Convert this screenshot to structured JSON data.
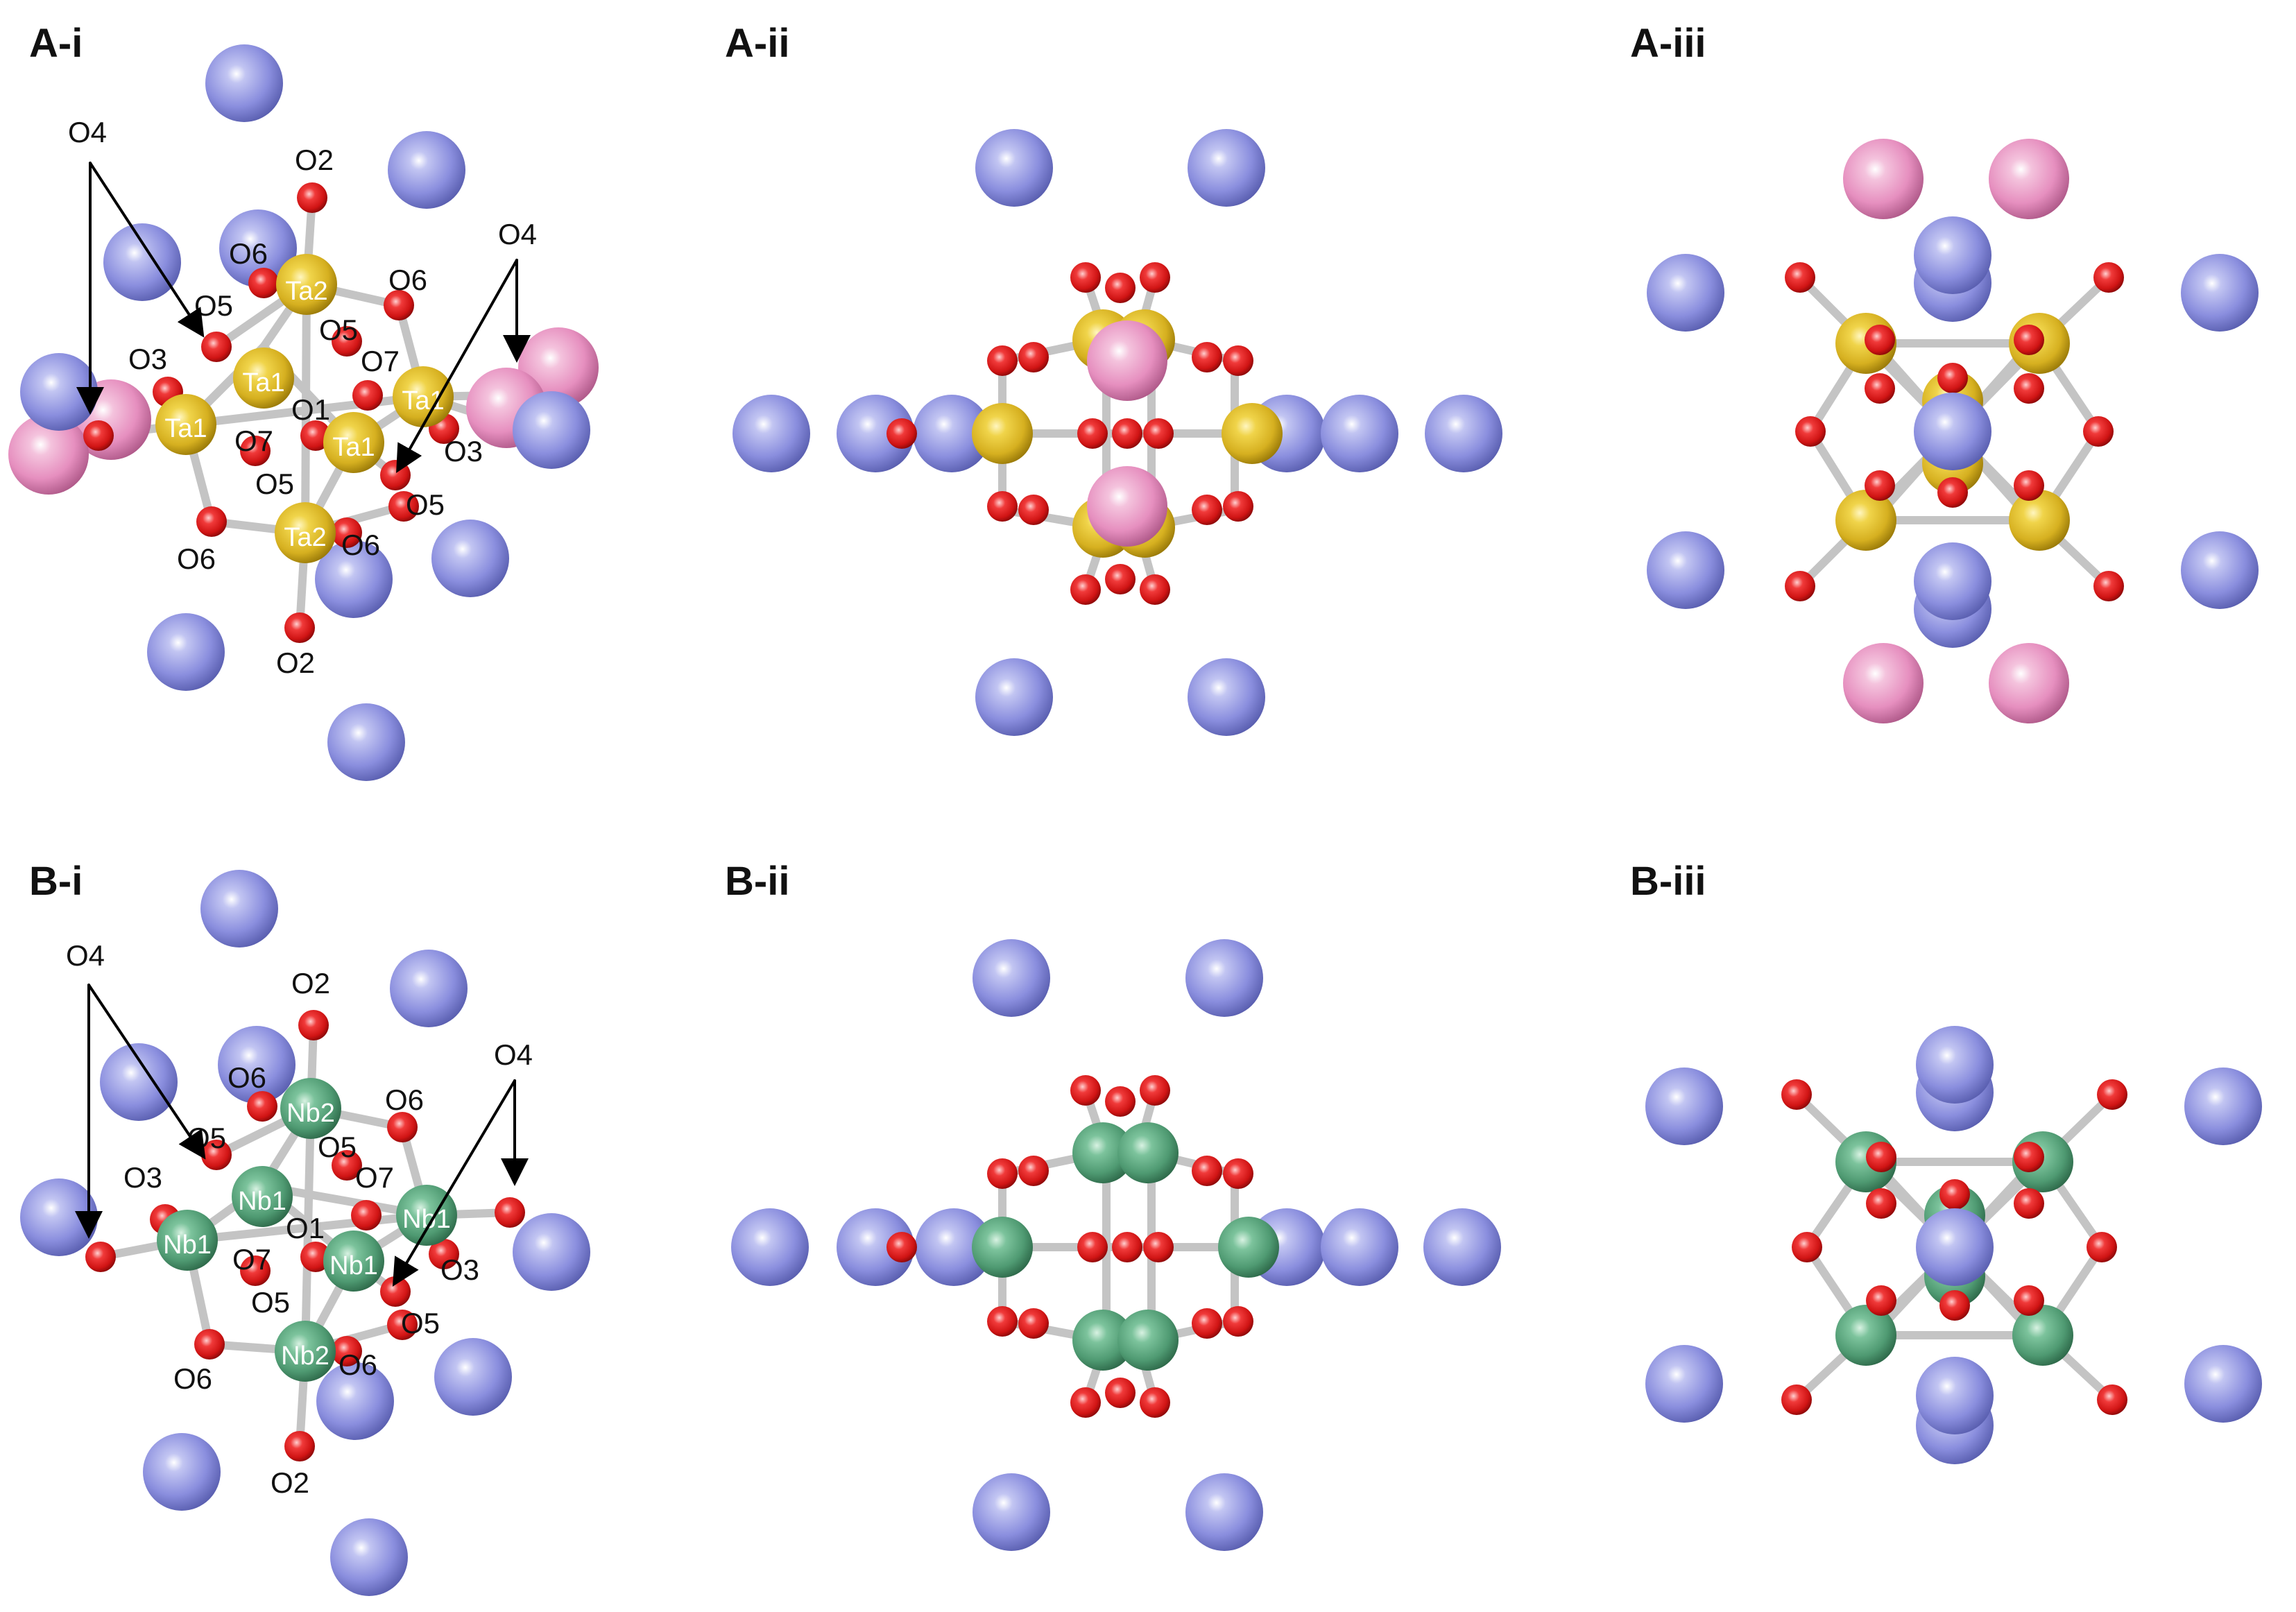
{
  "panels": [
    {
      "id": "A-i",
      "label": "A-i"
    },
    {
      "id": "A-ii",
      "label": "A-ii"
    },
    {
      "id": "A-iii",
      "label": "A-iii"
    },
    {
      "id": "B-i",
      "label": "B-i"
    },
    {
      "id": "B-ii",
      "label": "B-ii"
    },
    {
      "id": "B-iii",
      "label": "B-iii"
    }
  ],
  "a_i": {
    "o4_a": "O4",
    "o4_b": "O4",
    "o2_top": "O2",
    "o2_bottom": "O2",
    "o6_a": "O6",
    "o6_b": "O6",
    "o6_c": "O6",
    "o6_d": "O6",
    "o5_a": "O5",
    "o5_b": "O5",
    "o5_c": "O5",
    "o5_d": "O5",
    "o3_a": "O3",
    "o3_b": "O3",
    "o7_a": "O7",
    "o7_b": "O7",
    "o1": "O1",
    "m2_top": "Ta2",
    "m2_bottom": "Ta2",
    "m1_a": "Ta1",
    "m1_b": "Ta1",
    "m1_c": "Ta1",
    "m1_d": "Ta1"
  },
  "b_i": {
    "o4_a": "O4",
    "o4_b": "O4",
    "o2_top": "O2",
    "o2_bottom": "O2",
    "o6_a": "O6",
    "o6_b": "O6",
    "o6_c": "O6",
    "o6_d": "O6",
    "o5_a": "O5",
    "o5_b": "O5",
    "o5_c": "O5",
    "o5_d": "O5",
    "o3_a": "O3",
    "o3_b": "O3",
    "o7_a": "O7",
    "o7_b": "O7",
    "o1": "O1",
    "m2_top": "Nb2",
    "m2_bottom": "Nb2",
    "m1_a": "Nb1",
    "m1_b": "Nb1",
    "m1_c": "Nb1",
    "m1_d": "Nb1"
  },
  "colors": {
    "blue_atom": "#8a8ede",
    "pink_atom": "#e68fbf",
    "ta_atom": "#e3c02a",
    "nb_atom": "#5aa87e",
    "oxygen_atom": "#e52020",
    "bond": "#c4c4c4"
  }
}
